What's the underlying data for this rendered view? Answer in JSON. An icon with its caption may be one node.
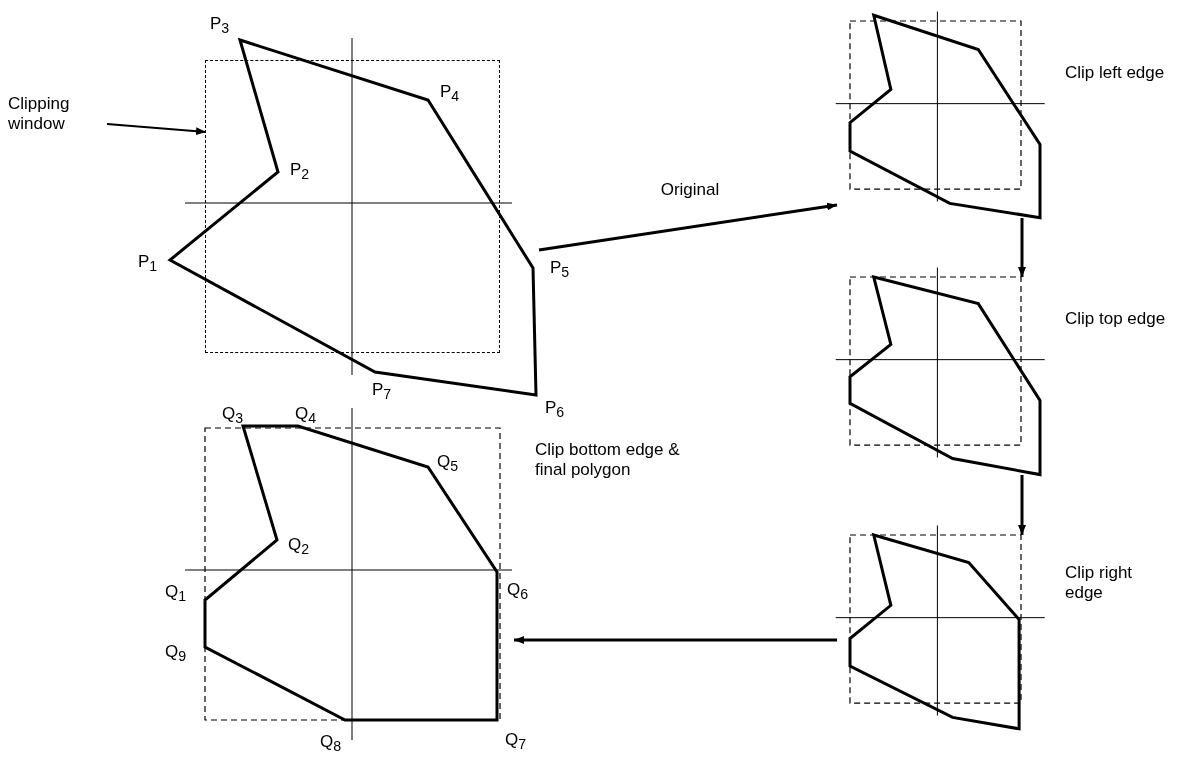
{
  "diagram": {
    "nodes": [
      {
        "text": [],
        "shape": "picture"
      },
      {
        "text": [
          "Clipping window"
        ]
      },
      {
        "text": [],
        "shape": "box",
        "in": 0
      },
      {
        "text": [],
        "shape": "polygon",
        "beside": [
          "Clip left edge"
        ]
      },
      {
        "text": [],
        "shape": "polygon",
        "beside": [
          "Clip top edge"
        ]
      },
      {
        "text": [],
        "shape": "polygon",
        "beside": [
          "Clip right edge"
        ]
      },
      {
        "text": [],
        "shape": "polygon",
        "beside": [
          "Clip bottom edge & final polygon"
        ]
      }
    ],
    "edges": [
      {
        "from": 1,
        "to": 2,
        "arrow": "to"
      },
      {
        "from": 0,
        "to": 3,
        "arrow": "to",
        "label": "Original"
      },
      {
        "from": 3,
        "to": 4,
        "arrow": "to"
      },
      {
        "from": 4,
        "to": 5,
        "arrow": "to"
      },
      {
        "from": 5,
        "to": 6,
        "arrow": "to"
      }
    ],
    "labels": [
      "P$_{3}$",
      "P$_{4}$",
      "P$_{2}$",
      "P$_{1}$",
      "P$_{5}$",
      "P$_{7}$",
      "P$_{6}$",
      "Q$_{3}$",
      "Q$_{4}$",
      "Q$_{5}$",
      "Q$_{2}$",
      "Q$_{1}$",
      "Q$_{6}$",
      "Q$_{9}$",
      "Q$_{7}$",
      "Q$_{8}$"
    ]
  }
}
